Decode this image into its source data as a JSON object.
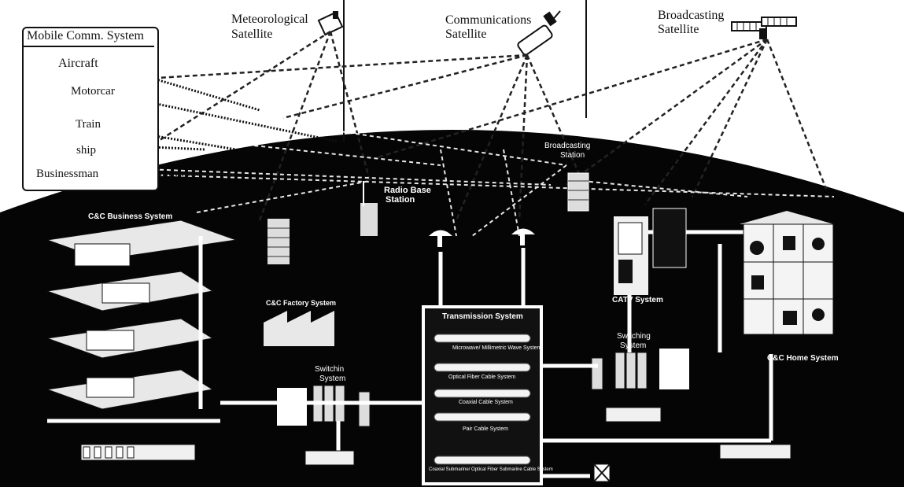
{
  "satellites": {
    "meteorological": [
      "Meteorological",
      "Satellite"
    ],
    "communications": [
      "Communications",
      "Satellite"
    ],
    "broadcasting": [
      "Broadcasting",
      "Satellite"
    ]
  },
  "mobile": {
    "title": "Mobile Comm. System",
    "items": [
      "Aircraft",
      "Motorcar",
      "Train",
      "ship",
      "Businessman"
    ]
  },
  "ground": {
    "broadcasting_station": [
      "Broadcasting",
      "Station"
    ],
    "radio_base_station": [
      "Radio Base",
      "Station"
    ],
    "business_system": "C&C Business System",
    "factory_system": "C&C Factory System",
    "catv_system": "CATV System",
    "home_system": "C&C Home System",
    "transmission_system": "Transmission System",
    "transmission_items": [
      "Microwave/ Millimetric Wave System",
      "Optical Fiber Cable System",
      "Coaxial Cable System",
      "Pair Cable System",
      "Coaxial Submarine/ Optical Fiber Submarine Cable System"
    ],
    "switching_left": [
      "Switchin",
      "System"
    ],
    "switching_right": [
      "Switching",
      "System"
    ]
  },
  "colors": {
    "ground": "#050505",
    "line": "#ffffff",
    "sky": "#ffffff",
    "ink": "#111111"
  }
}
